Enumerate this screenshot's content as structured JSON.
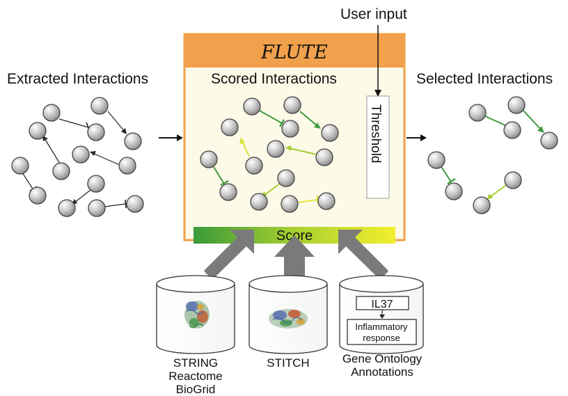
{
  "title": "FLUTE",
  "labels": {
    "user_input": "User input",
    "extracted": "Extracted Interactions",
    "scored": "Scored Interactions",
    "selected": "Selected Interactions",
    "threshold": "Threshold",
    "score": "Score"
  },
  "databases": {
    "db1": [
      "STRING",
      "Reactome",
      "BioGrid"
    ],
    "db2": [
      "STITCH"
    ],
    "db3": [
      "Gene Ontology",
      "Annotations"
    ]
  },
  "go_example": {
    "term": "IL37",
    "effect_line1": "Inflammatory",
    "effect_line2": "response"
  },
  "colors": {
    "frame": "#f0a04b",
    "header": "#f1a04b",
    "panel": "#fdfae8",
    "score_start": "#3a9a3a",
    "score_end": "#f2ee2e",
    "edge_black": "#222222",
    "edge_green": "#3f9b3f",
    "edge_lime": "#a6cd32",
    "edge_yellow": "#e8e63a",
    "arrow_gray": "#7a7a7a"
  },
  "icons": [
    "protein-structure-icon",
    "molecule-structure-icon"
  ]
}
